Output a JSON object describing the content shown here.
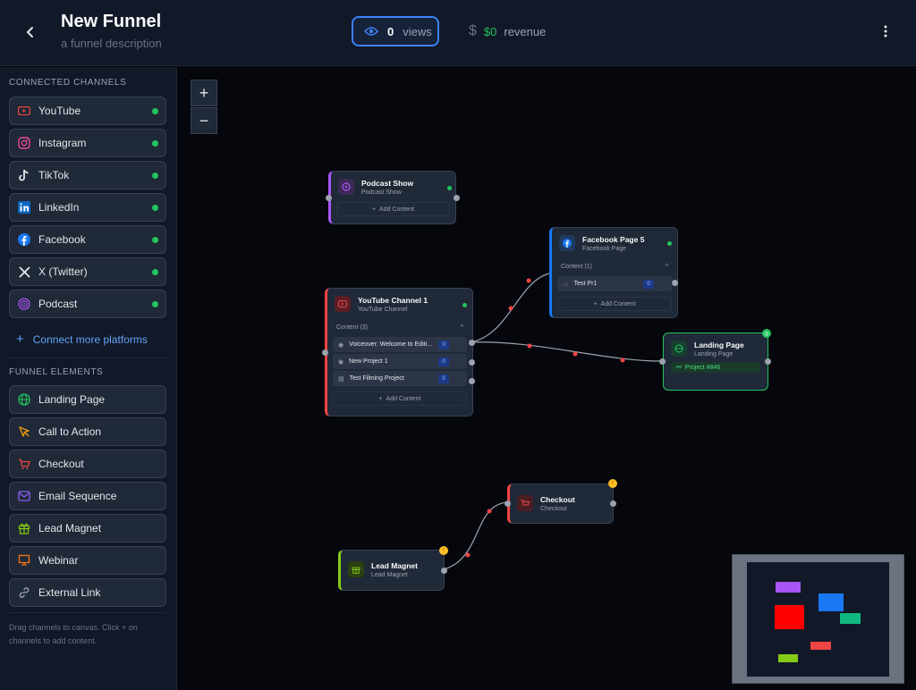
{
  "header": {
    "title": "New Funnel",
    "subtitle": "a funnel description",
    "views_count": "0",
    "views_label": "views",
    "revenue_amount": "$0",
    "revenue_label": "revenue"
  },
  "sidebar": {
    "connected_title": "CONNECTED CHANNELS",
    "channels": [
      {
        "label": "YouTube",
        "icon": "youtube-icon",
        "color": "#ef4444"
      },
      {
        "label": "Instagram",
        "icon": "instagram-icon",
        "color": "#ec4899"
      },
      {
        "label": "TikTok",
        "icon": "tiktok-icon",
        "color": "#e5e7eb"
      },
      {
        "label": "LinkedIn",
        "icon": "linkedin-icon",
        "color": "#0a66c2"
      },
      {
        "label": "Facebook",
        "icon": "facebook-icon",
        "color": "#1877f2"
      },
      {
        "label": "X (Twitter)",
        "icon": "x-icon",
        "color": "#e5e7eb"
      },
      {
        "label": "Podcast",
        "icon": "podcast-icon",
        "color": "#a855f7"
      }
    ],
    "connect_more": "Connect more platforms",
    "elements_title": "FUNNEL ELEMENTS",
    "elements": [
      {
        "label": "Landing Page",
        "icon": "globe-icon",
        "color": "#22c55e"
      },
      {
        "label": "Call to Action",
        "icon": "cursor-icon",
        "color": "#f59e0b"
      },
      {
        "label": "Checkout",
        "icon": "cart-icon",
        "color": "#ef4444"
      },
      {
        "label": "Email Sequence",
        "icon": "mail-icon",
        "color": "#8b5cf6"
      },
      {
        "label": "Lead Magnet",
        "icon": "gift-icon",
        "color": "#84cc16"
      },
      {
        "label": "Webinar",
        "icon": "presentation-icon",
        "color": "#f97316"
      },
      {
        "label": "External Link",
        "icon": "link-icon",
        "color": "#9ca3af"
      }
    ],
    "hint": "Drag channels to canvas. Click + on channels to add content."
  },
  "canvas": {
    "zoom_in": "+",
    "zoom_out": "−",
    "nodes": {
      "podcast": {
        "title": "Podcast Show",
        "subtitle": "Podcast Show",
        "add": "Add Content"
      },
      "facebook": {
        "title": "Facebook Page 5",
        "subtitle": "Facebook Page",
        "content_label": "Content (1)",
        "items": [
          {
            "label": "Test Pr1",
            "count": "0"
          }
        ],
        "add": "Add Content"
      },
      "youtube": {
        "title": "YouTube Channel 1",
        "subtitle": "YouTube Channel",
        "content_label": "Content (3)",
        "items": [
          {
            "label": "Voiceover: Welcome to Editi...",
            "count": "0"
          },
          {
            "label": "New Project 1",
            "count": "0"
          },
          {
            "label": "Test Filming Project",
            "count": "0"
          }
        ],
        "add": "Add Content"
      },
      "landing": {
        "title": "Landing Page",
        "subtitle": "Landing Page",
        "project": "Project #846"
      },
      "checkout": {
        "title": "Checkout",
        "subtitle": "Checkout"
      },
      "lead": {
        "title": "Lead Magnet",
        "subtitle": "Lead Magnet"
      }
    }
  },
  "colors": {
    "accent": "#3b82f6",
    "online": "#22c55e",
    "warning": "#fbbf24"
  }
}
